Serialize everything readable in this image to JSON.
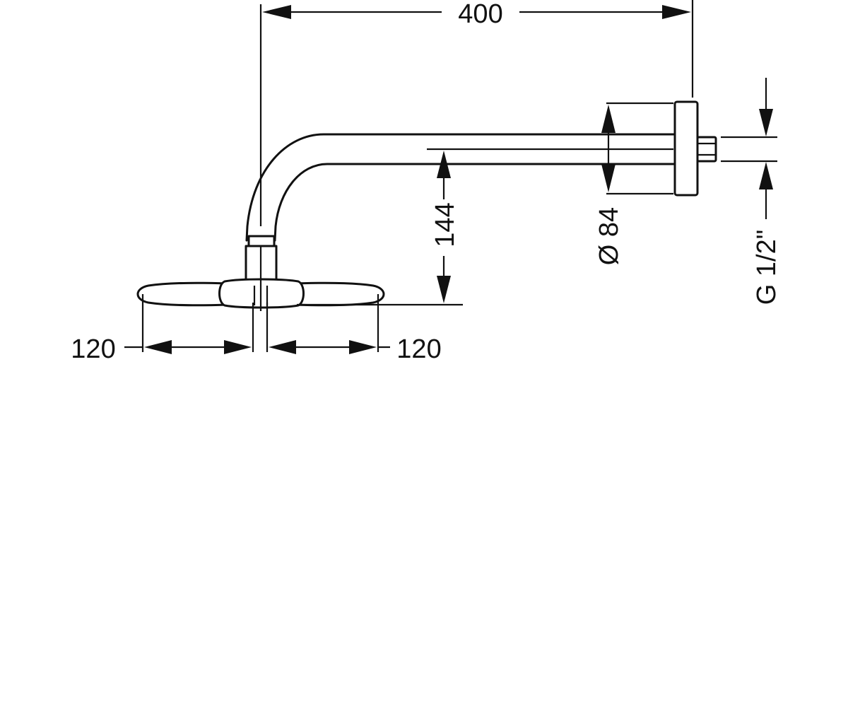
{
  "dimensions": {
    "arm_length": "400",
    "drop_height": "144",
    "flange_diameter": "Ø 84",
    "thread": "G 1/2\"",
    "head_left_width": "120",
    "head_right_width": "120"
  },
  "colors": {
    "line": "#111111",
    "background": "#ffffff"
  }
}
